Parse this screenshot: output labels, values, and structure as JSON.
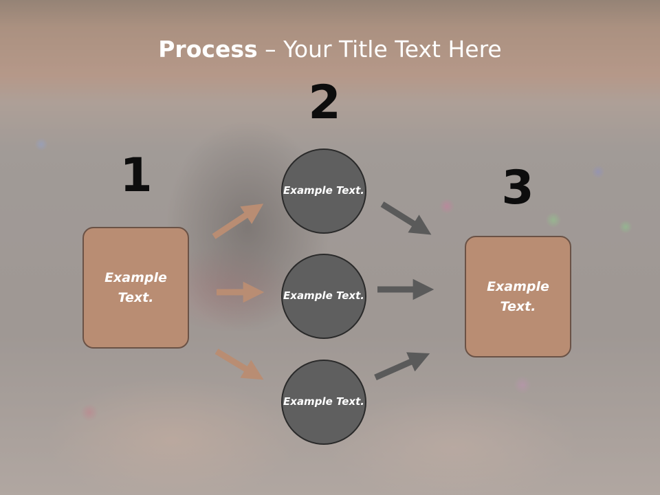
{
  "title": {
    "bold": "Process",
    "rest": " – Your Title Text Here"
  },
  "steps": {
    "step1_number": "1",
    "step2_number": "2",
    "step3_number": "3"
  },
  "nodes": {
    "left_box": "Example Text.",
    "circle_top": "Example Text.",
    "circle_middle": "Example Text.",
    "circle_bottom": "Example Text.",
    "right_box": "Example Text."
  },
  "colors": {
    "box_fill": "#b98d73",
    "circle_fill": "#5f5f5f",
    "arrow_in": "#b98d73",
    "arrow_out": "#5a5a5a",
    "number_text": "#0d0d0d",
    "title_text": "#ffffff"
  }
}
